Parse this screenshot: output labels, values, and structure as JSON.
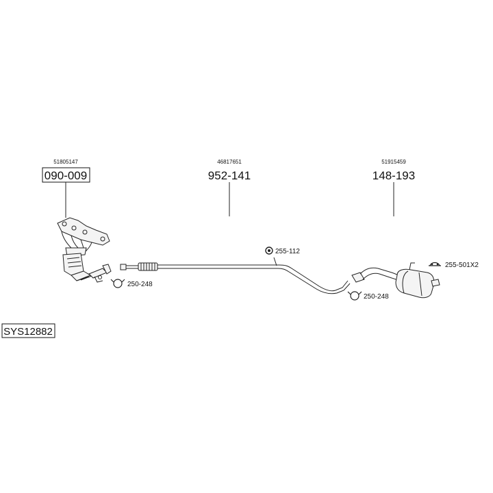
{
  "diagram": {
    "system_id": "SYS12882",
    "parts": [
      {
        "oe_number": "51805147",
        "part_number": "090-009",
        "boxed": true
      },
      {
        "oe_number": "46817651",
        "part_number": "952-141",
        "boxed": false
      },
      {
        "oe_number": "51915459",
        "part_number": "148-193",
        "boxed": false
      }
    ],
    "accessories": [
      {
        "label": "250-248"
      },
      {
        "label": "255-112"
      },
      {
        "label": "250-248"
      },
      {
        "label": "255-501X2"
      }
    ]
  }
}
